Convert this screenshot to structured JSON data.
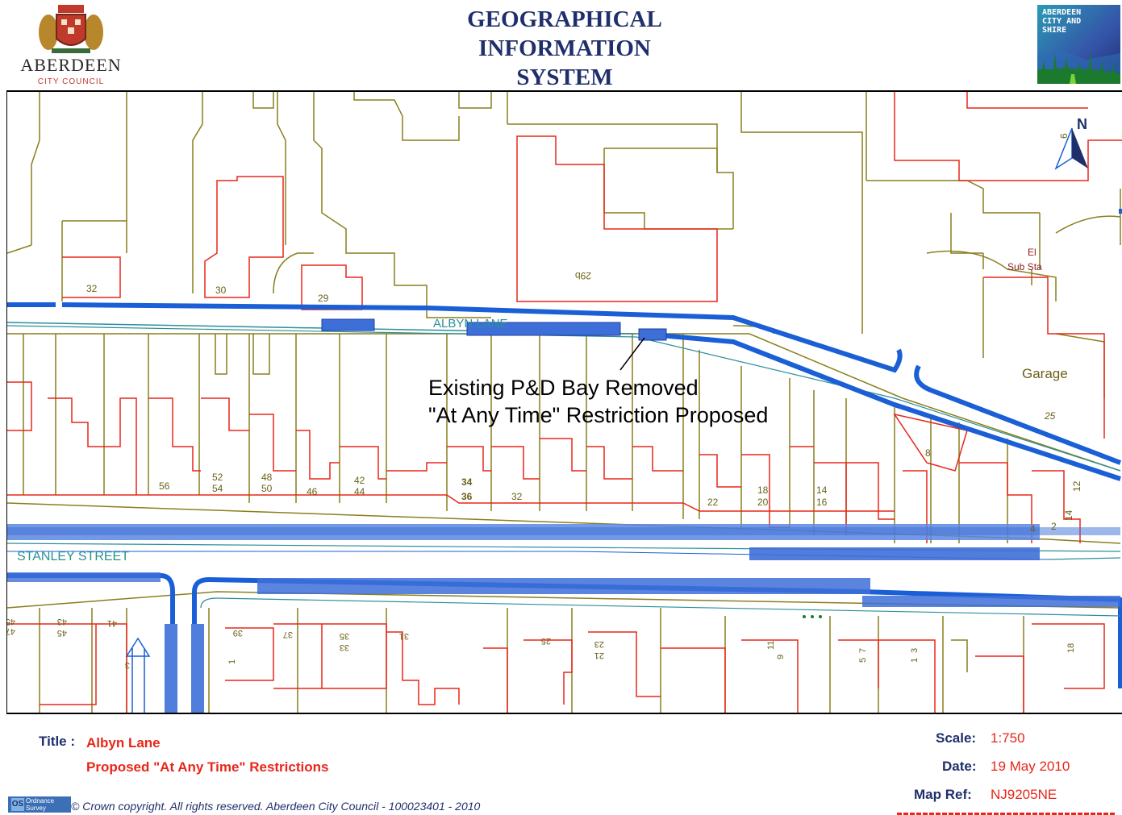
{
  "header": {
    "council_name": "ABERDEEN",
    "council_sub": "CITY COUNCIL",
    "title_lines": [
      "GEOGRAPHICAL",
      "INFORMATION",
      "SYSTEM"
    ],
    "partner_logo_lines": [
      "ABERDEEN",
      "CITY AND",
      "SHIRE"
    ]
  },
  "map": {
    "streets": {
      "albyn_lane": "ALBYN LANE",
      "stanley_street": "STANLEY STREET"
    },
    "annotation": {
      "line1": "Existing P&D Bay Removed",
      "line2": "\"At Any Time\" Restriction Proposed"
    },
    "features": {
      "substation_line1": "El",
      "substation_line2": "Sub Sta",
      "garage": "Garage",
      "north": "N"
    },
    "north_lane_numbers": [
      "32",
      "30",
      "29",
      "29b",
      "6"
    ],
    "albyn_numbers": [
      {
        "top": "56",
        "bottom": ""
      },
      {
        "top": "52",
        "bottom": "54"
      },
      {
        "top": "48",
        "bottom": "50"
      },
      {
        "top": "46",
        "bottom": ""
      },
      {
        "top": "42",
        "bottom": "44"
      },
      {
        "top": "34",
        "bottom": "36"
      },
      {
        "top": "32",
        "bottom": ""
      },
      {
        "top": "22",
        "bottom": ""
      },
      {
        "top": "18",
        "bottom": "20"
      },
      {
        "top": "14",
        "bottom": "16"
      },
      {
        "top": "8",
        "bottom": ""
      },
      {
        "top": "25",
        "bottom": ""
      },
      {
        "top": "4",
        "bottom": ""
      },
      {
        "top": "2",
        "bottom": ""
      },
      {
        "top": "12",
        "bottom": ""
      },
      {
        "top": "14",
        "bottom": ""
      }
    ],
    "stanley_south_numbers": [
      "45",
      "47",
      "43",
      "45",
      "41",
      "3",
      "39",
      "1",
      "37",
      "35",
      "33",
      "31",
      "25",
      "23",
      "21",
      "11",
      "9",
      "7",
      "5",
      "3",
      "1",
      "18"
    ],
    "colors": {
      "parcel_line": "#8a7f1e",
      "property_line": "#e8261a",
      "road_edge": "#1a5fd6",
      "pd_bay": "#3e6fd8",
      "street_label": "#2a8f9a",
      "annotation_text": "#000000"
    }
  },
  "footer": {
    "title_label": "Title :",
    "title_value": "Albyn Lane",
    "subtitle_value": "Proposed \"At Any Time\" Restrictions",
    "scale_label": "Scale:",
    "scale_value": "1:750",
    "date_label": "Date:",
    "date_value": "19 May 2010",
    "mapref_label": "Map Ref:",
    "mapref_value": "NJ9205NE",
    "copyright": "© Crown copyright.  All rights reserved.  Aberdeen City Council - 100023401 - 2010",
    "os_logo_text": "OS",
    "os_logo_sub": "Ordnance Survey"
  }
}
